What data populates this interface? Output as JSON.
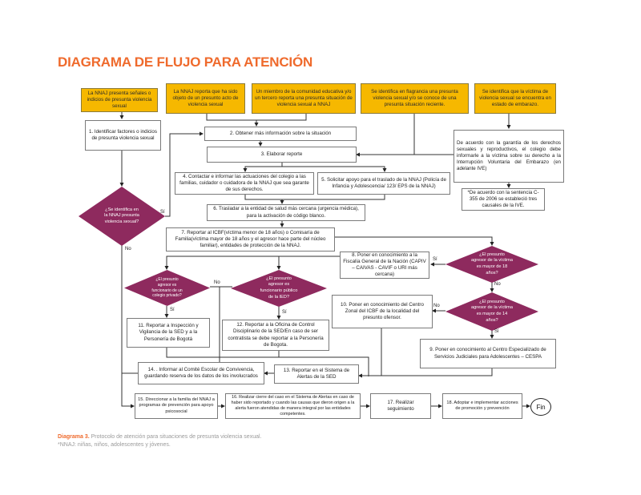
{
  "title": "DIAGRAMA DE FLUJO PARA ATENCIÓN",
  "triggers": [
    {
      "id": "t1",
      "text": "La NNAJ presenta señales o indicios de presunta violencia sexual"
    },
    {
      "id": "t2",
      "text": "La NNAJ reporta que ha sido objeto de un presunto acto de violencia sexual"
    },
    {
      "id": "t3",
      "text": "Un miembro de la comunidad educativa y/o un tercero reporta una presunta situación de violencia sexual a NNAJ"
    },
    {
      "id": "t4",
      "text": "Se identifica en flagrancia una presunta violencia sexual y/o se conoce de una presunta situación reciente."
    },
    {
      "id": "t5",
      "text": "Se identifica que la víctima de violencia sexual se encuentra en estado de embarazo."
    }
  ],
  "steps": {
    "s1": "1. Identificar factores o indicios de presunta violencia sexual",
    "s2": "2. Obtener más información sobre la situación",
    "s3": "3. Elaborar reporte",
    "s4": "4. Contactar e informar las actuaciones del colegio a las familias, cuidador o cuidadora de la NNAJ que sea garante de sus derechos.",
    "s5": "5. Solicitar apoyo para el traslado de la NNAJ (Policía de Infancia y Adolescencia/ 123/ EPS de la NNAJ)",
    "s6": "6. Trasladar a la entidad de salud más cercana (urgencia médica), para la activación de código blanco.",
    "s7": "7. Reportar al ICBF(víctima menor de 18 años) o Comisaría de Familia(víctima mayor de 18 años y el agresor hace parte del núcleo familiar), entidades de protección de la NNAJ.",
    "s8": "8. Poner en conocimiento a la Fiscalía General de la Nación (CAPIV – CAIVAS - CAVIF o URI más cercana)",
    "s9": "9. Poner en conocimiento al Centro Especializado de Servicios Judiciales para Adolescentes – CESPA",
    "s10": "10. Poner en conocimiento del Centro Zonal del ICBF de la localidad del presunto ofensor.",
    "s11": "11. Reportar a Inspección y Vigilancia de la SED y a la Personería de Bogotá",
    "s12": "12. Reportar a la Oficina de Control Disciplinario de la SED/En caso de ser contratista se debe reportar a la Personería de Bogota.",
    "s13": "13. Reportar en el Sistema de Alertas de la SED",
    "s14": "14. . Informar al Comité Escolar de Convivencia, guardando reserva de los datos de los involucrados",
    "s15": "15. Direccionar a la familia del NNAJ a programas de prevención para apoyo psicosocial",
    "s16": "16. Realizar cierre del caso en el Sistema de Alertas en caso de haber sido reportado y cuando las causas que dieron origen a la alerta fueron atendidas de manera integral por las entidades competentes.",
    "s17": "17. Realizar seguimiento",
    "s18": "18. Adoptar e implementar acciones de promoción y prevención",
    "ive": "De acuerdo con la garantía de los derechos sexuales y reproductivos, el colegio debe informarle a la víctima sobre su derecho a la Interrupción Voluntaria del Embarazo (en adelante IVE)",
    "note": "*De acuerdo con la sentencia C-355 de 2006 se estableció tres causales de la IVE.",
    "fin": "Fin"
  },
  "decisions": {
    "d1": "¿Se identifica en la NNAJ presunta violencia sexual?",
    "d2": "¿El presunto agresor de la víctima es mayor de 18 años?",
    "d3": "¿El presunto agresor de la víctima es mayor de 14 años?",
    "d4": "¿El presunto agresor es funcionario de un colegio privado?",
    "d5": "¿El presunto agresor es funcionario público de la IED?"
  },
  "edge_labels": {
    "d1_yes": "Sí",
    "d1_no": "No",
    "d2_yes": "Sí",
    "d2_no": "No",
    "d3_no": "No",
    "d3_yes": "Sí",
    "d4_no": "No",
    "d4_yes": "Sí",
    "d5_yes": "Sí"
  },
  "colors": {
    "title": "#ef6a2c",
    "trigger_fill": "#f6b800",
    "decision_fill": "#8e2a5e",
    "line": "#333333"
  },
  "caption": {
    "label": "Diagrama 3.",
    "text": " Protocolo de atención para situaciones de presunta violencia sexual.",
    "footnote": "*NNAJ: niñas, niños, adolescentes y jóvenes."
  }
}
